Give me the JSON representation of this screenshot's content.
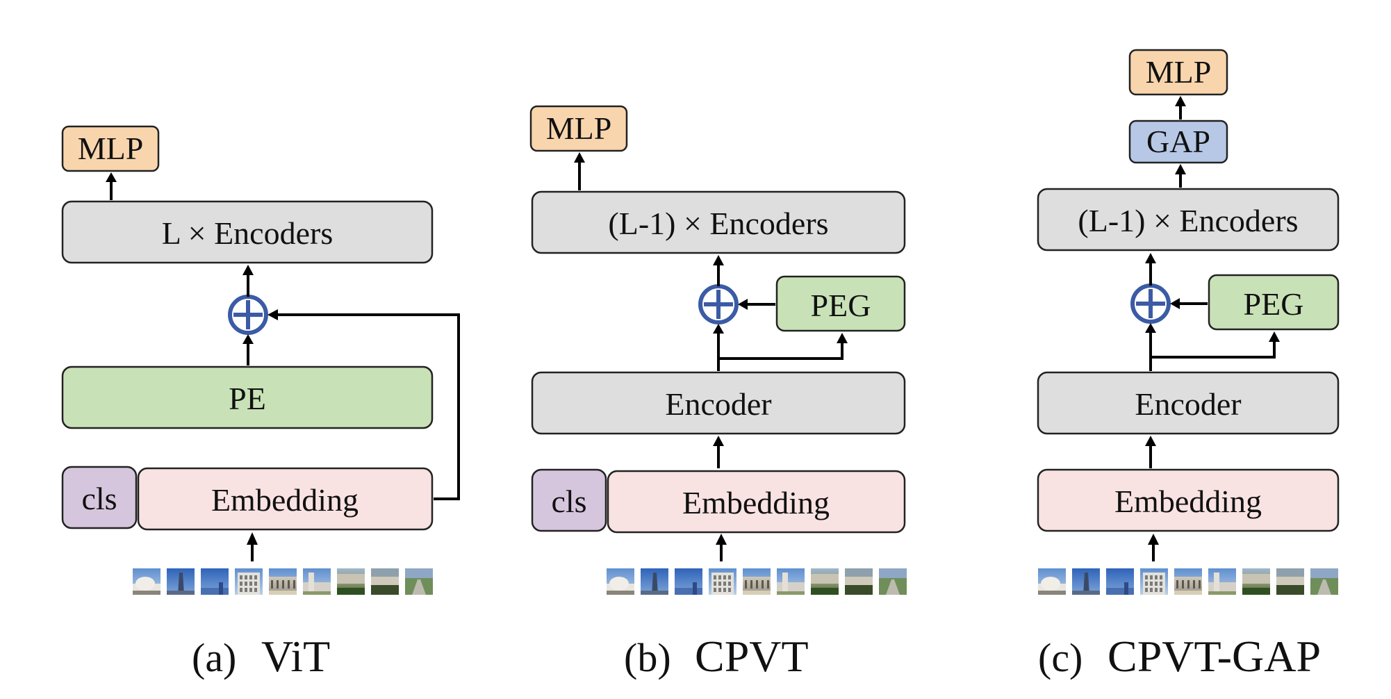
{
  "colors": {
    "encoder": "#dedede",
    "mlp": "#f8d5ad",
    "pe": "#c9e1b7",
    "embedding": "#f9e2e2",
    "cls": "#d6c6dd",
    "gap": "#b7c8e6",
    "plus": "#3b5ba5",
    "line": "#000000"
  },
  "icons": {
    "add": "plus-circle-icon",
    "patch": "image-patch-thumbnail"
  },
  "panels": [
    {
      "id": "vit",
      "caption_tag": "(a)",
      "caption_name": "ViT",
      "mlp": "MLP",
      "encoders": "L × Encoders",
      "pe": "PE",
      "cls": "cls",
      "embedding": "Embedding"
    },
    {
      "id": "cpvt",
      "caption_tag": "(b)",
      "caption_name": "CPVT",
      "mlp": "MLP",
      "encoders": "(L-1) × Encoders",
      "peg": "PEG",
      "encoder": "Encoder",
      "cls": "cls",
      "embedding": "Embedding"
    },
    {
      "id": "cpvt-gap",
      "caption_tag": "(c)",
      "caption_name": "CPVT-GAP",
      "mlp": "MLP",
      "gap": "GAP",
      "encoders": "(L-1) × Encoders",
      "peg": "PEG",
      "encoder": "Encoder",
      "embedding": "Embedding"
    }
  ]
}
